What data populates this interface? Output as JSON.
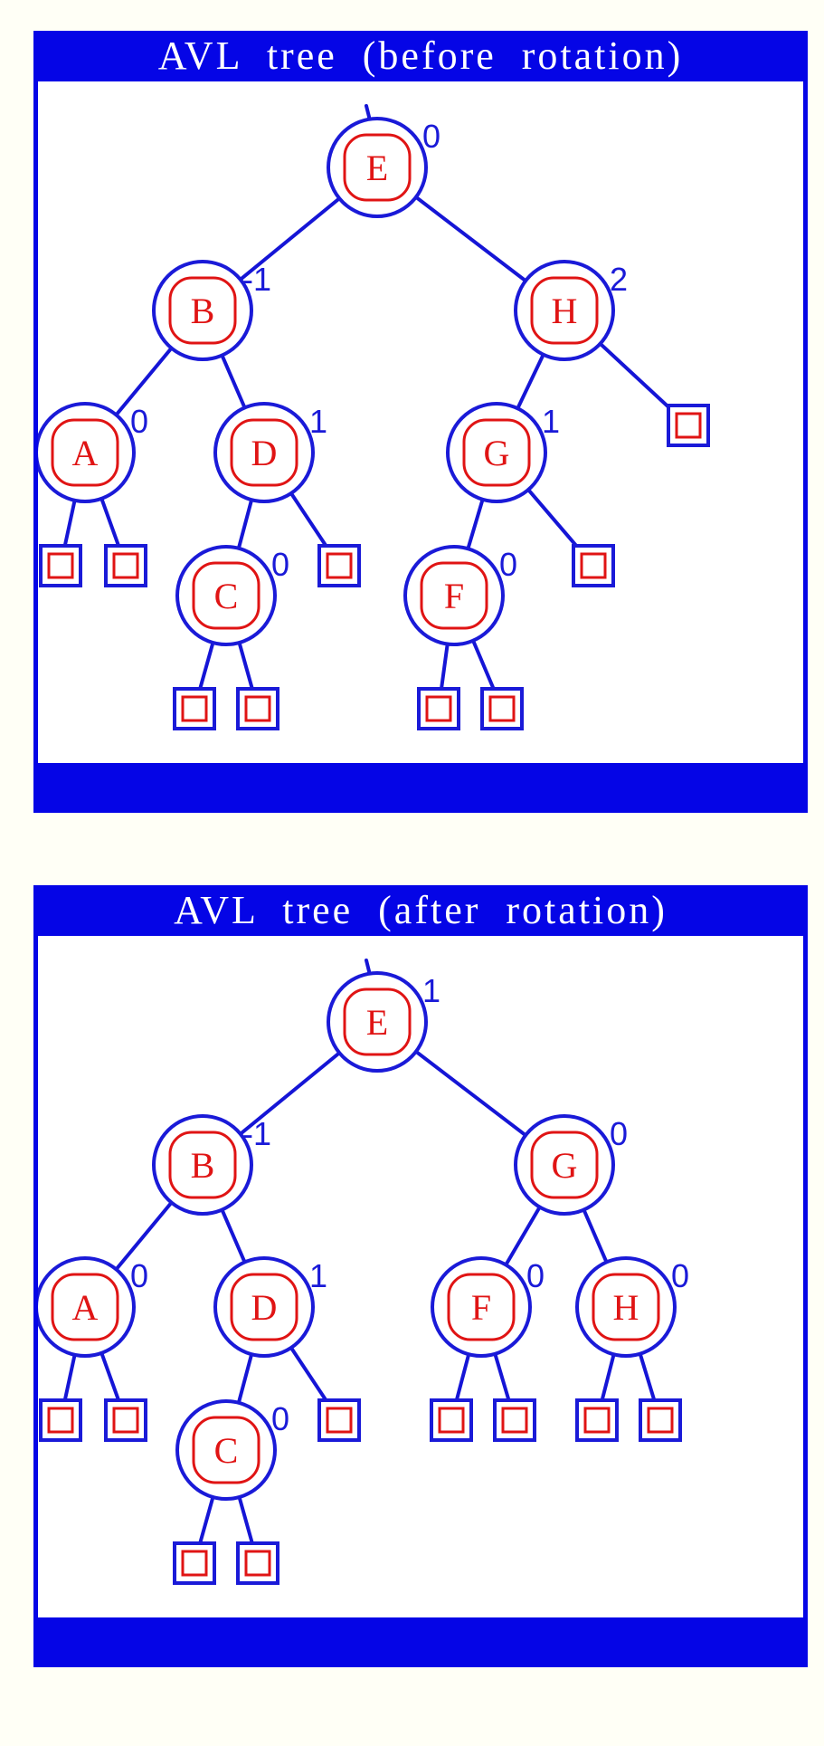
{
  "before": {
    "title": "AVL tree (before rotation)",
    "nodes": [
      {
        "id": "E",
        "key": "E",
        "balance": "0"
      },
      {
        "id": "B",
        "key": "B",
        "balance": "-1"
      },
      {
        "id": "H",
        "key": "H",
        "balance": "2"
      },
      {
        "id": "A",
        "key": "A",
        "balance": "0"
      },
      {
        "id": "D",
        "key": "D",
        "balance": "1"
      },
      {
        "id": "G",
        "key": "G",
        "balance": "1"
      },
      {
        "id": "C",
        "key": "C",
        "balance": "0"
      },
      {
        "id": "F",
        "key": "F",
        "balance": "0"
      }
    ],
    "edges": [
      [
        "E",
        "B"
      ],
      [
        "E",
        "H"
      ],
      [
        "B",
        "A"
      ],
      [
        "B",
        "D"
      ],
      [
        "D",
        "C"
      ],
      [
        "H",
        "G"
      ],
      [
        "G",
        "F"
      ]
    ]
  },
  "after": {
    "title": "AVL tree (after rotation)",
    "nodes": [
      {
        "id": "E",
        "key": "E",
        "balance": "1"
      },
      {
        "id": "B",
        "key": "B",
        "balance": "-1"
      },
      {
        "id": "G",
        "key": "G",
        "balance": "0"
      },
      {
        "id": "A",
        "key": "A",
        "balance": "0"
      },
      {
        "id": "D",
        "key": "D",
        "balance": "1"
      },
      {
        "id": "F",
        "key": "F",
        "balance": "0"
      },
      {
        "id": "H",
        "key": "H",
        "balance": "0"
      },
      {
        "id": "C",
        "key": "C",
        "balance": "0"
      }
    ],
    "edges": [
      [
        "E",
        "B"
      ],
      [
        "E",
        "G"
      ],
      [
        "B",
        "A"
      ],
      [
        "B",
        "D"
      ],
      [
        "D",
        "C"
      ],
      [
        "G",
        "F"
      ],
      [
        "G",
        "H"
      ]
    ]
  }
}
